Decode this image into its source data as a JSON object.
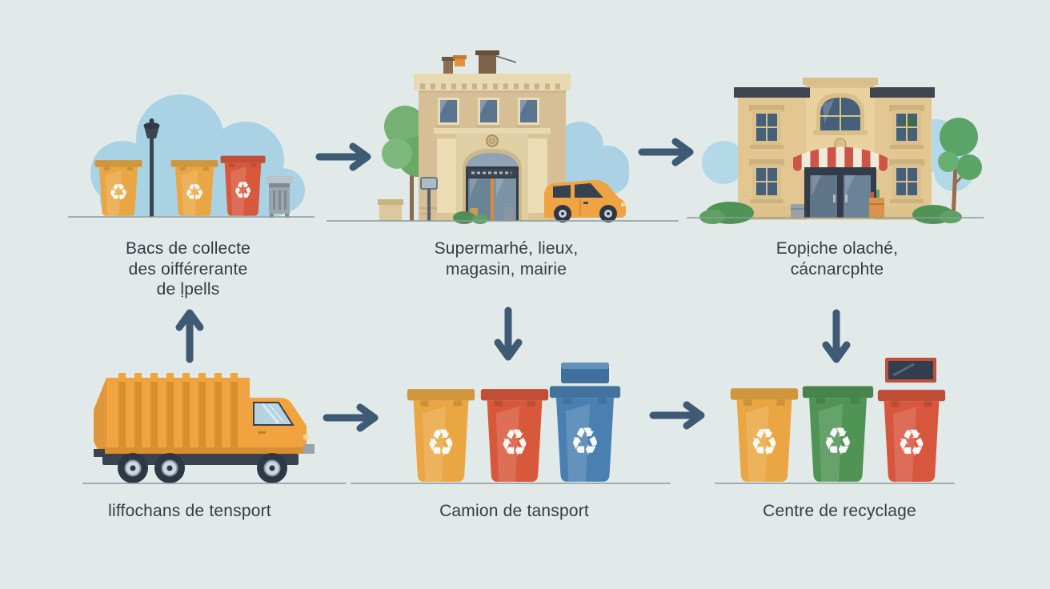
{
  "background_color": "#e1eae8",
  "palette": {
    "background": "#e1eae8",
    "text": "#333c44",
    "arrow": "#3e5a74",
    "ground_line": "#8e989c",
    "bin_yellow": "#e9a642",
    "bin_orange_red": "#d8583c",
    "bin_blue": "#4a80b1",
    "bin_green": "#4f9355",
    "bin_red": "#d8563e",
    "truck_orange": "#f1a340",
    "van_orange": "#f0a342",
    "cloud_blue": "#a9d2e4",
    "tree_green": "#68a968",
    "building_beige": "#d6bf96",
    "building_tan": "#e2c792",
    "awning_red": "#cf5448",
    "awning_cream": "#f2ead9"
  },
  "icons": {
    "recycle": "♻"
  },
  "stages": {
    "top": [
      {
        "name": "collection-bins",
        "caption_lines": [
          "Bacs de collecte",
          "des oifférerante",
          "de ḷpells"
        ]
      },
      {
        "name": "supermarket",
        "caption_lines": [
          "Supermarhé, lieux,",
          "magasin, mairie"
        ]
      },
      {
        "name": "shop",
        "caption_lines": [
          "Eopịche olaché,",
          "cácnarcphte"
        ]
      }
    ],
    "bottom": [
      {
        "name": "garbage-truck",
        "caption": "liffochans de tensport"
      },
      {
        "name": "transport-bins",
        "caption": "Camion de tansport"
      },
      {
        "name": "recycling-center",
        "caption": "Centre de recyclage"
      }
    ]
  },
  "arrows": [
    {
      "id": "top-1",
      "direction": "right"
    },
    {
      "id": "top-2",
      "direction": "right"
    },
    {
      "id": "truck-to-bins-caption",
      "direction": "up"
    },
    {
      "id": "supermarket-to-transport-bins",
      "direction": "down"
    },
    {
      "id": "shop-to-recycling-bins",
      "direction": "down"
    },
    {
      "id": "bottom-1",
      "direction": "right"
    },
    {
      "id": "bottom-2",
      "direction": "right"
    }
  ]
}
